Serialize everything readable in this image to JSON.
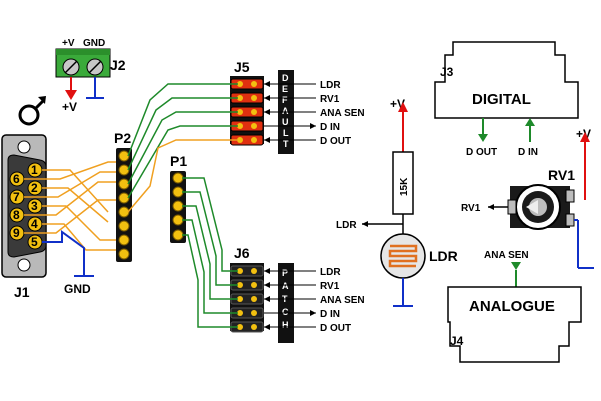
{
  "j2": {
    "label": "J2",
    "plus_v": "+V",
    "gnd": "GND",
    "supply": "+V"
  },
  "j1": {
    "label": "J1",
    "gnd": "GND",
    "pins": [
      "1",
      "2",
      "3",
      "4",
      "5",
      "6",
      "7",
      "8",
      "9"
    ]
  },
  "p1": {
    "label": "P1"
  },
  "p2": {
    "label": "P2"
  },
  "j5": {
    "label": "J5",
    "banner": "DEFAULT",
    "signals": [
      "LDR",
      "RV1",
      "ANA SEN",
      "D IN",
      "D OUT"
    ]
  },
  "j6": {
    "label": "J6",
    "banner": "PATCH",
    "signals": [
      "LDR",
      "RV1",
      "ANA SEN",
      "D IN",
      "D OUT"
    ]
  },
  "j3": {
    "label": "J3",
    "title": "DIGITAL",
    "d_out": "D OUT",
    "d_in": "D IN"
  },
  "j4": {
    "label": "J4",
    "title": "ANALOGUE",
    "ana_sen": "ANA SEN"
  },
  "ldr_circuit": {
    "supply": "+V",
    "resistor": "15K",
    "ldr_out": "LDR",
    "ldr_label": "LDR"
  },
  "rv1": {
    "label": "RV1",
    "supply": "+V",
    "out": "RV1"
  },
  "colors": {
    "wire_green": "#1e8a2a",
    "wire_orange": "#f0a020",
    "wire_blue": "#1030c8",
    "wire_red": "#e01010",
    "pin_yellow": "#f2c010",
    "header_red": "#e03010",
    "block_green": "#3aaa3a"
  }
}
